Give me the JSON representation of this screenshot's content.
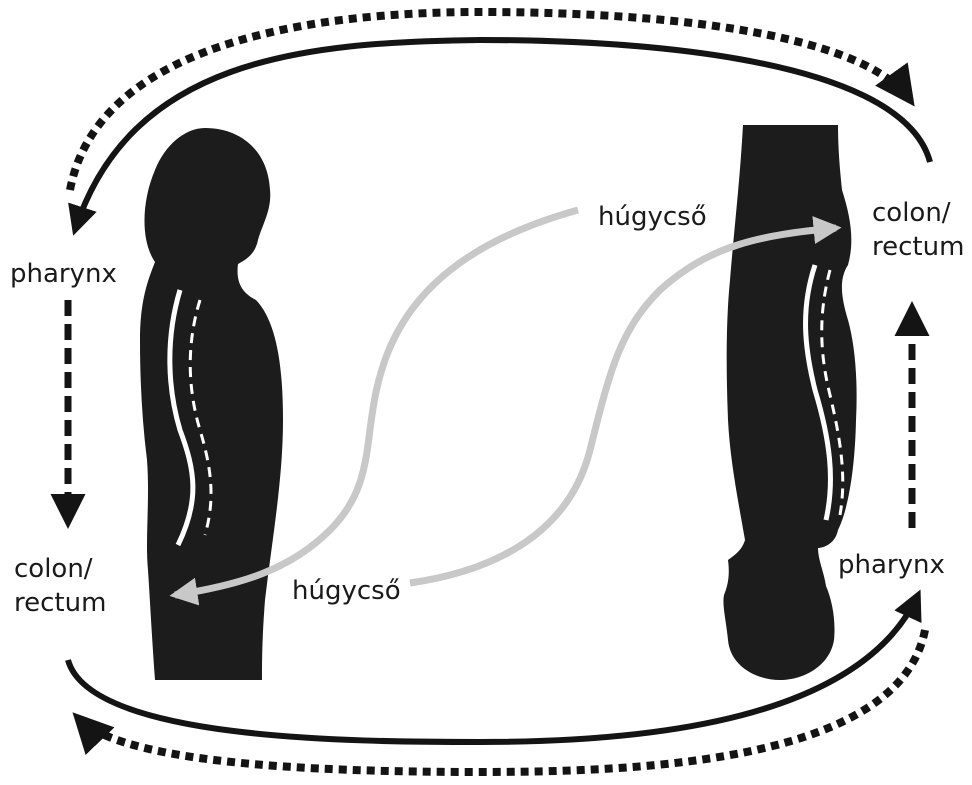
{
  "labels": {
    "left_pharynx": "pharynx",
    "left_colon_line1": "colon/",
    "left_colon_line2": "rectum",
    "right_colon_line1": "colon/",
    "right_colon_line2": "rectum",
    "right_pharynx": "pharynx",
    "urethra_top": "húgycső",
    "urethra_bottom": "húgycső"
  },
  "colors": {
    "figure": "#1c1c1c",
    "arrow": "#141414",
    "urethra_arrow": "#c8c8c8",
    "spine_line": "#ffffff",
    "background": "#ffffff"
  },
  "icons": {
    "left_figure": "standing-human-silhouette-icon",
    "right_figure": "inverted-human-silhouette-icon"
  }
}
